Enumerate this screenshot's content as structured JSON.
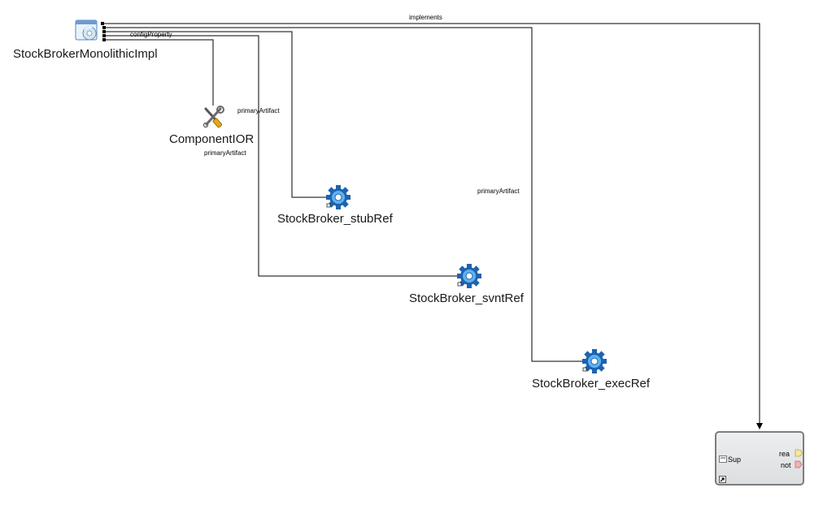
{
  "nodes": {
    "impl": {
      "label": "StockBrokerMonolithicImpl",
      "icon": "monolithic-impl-icon"
    },
    "ior": {
      "label": "ComponentIOR",
      "icon": "tools-icon"
    },
    "stub": {
      "label": "StockBroker_stubRef",
      "icon": "gear-icon"
    },
    "svnt": {
      "label": "StockBroker_svntRef",
      "icon": "gear-icon"
    },
    "exec": {
      "label": "StockBroker_execRef",
      "icon": "gear-icon"
    }
  },
  "edges": {
    "implements": "implements",
    "config_property": "configProperty",
    "primary_artifact_ior": "primaryArtifact",
    "primary_artifact_stub": "primaryArtifact",
    "primary_artifact_svnt": "primaryArtifact",
    "primary_artifact_exec": "primaryArtifact"
  },
  "component": {
    "name": "Sup",
    "ports": [
      {
        "label": "rea",
        "color": "#f3e9a0"
      },
      {
        "label": "not",
        "color": "#f4b2b2"
      }
    ]
  },
  "colors": {
    "line": "#000000",
    "gear_dark": "#1d63b0",
    "gear_light": "#5fb2ee",
    "component_border": "#7d7d7d"
  }
}
